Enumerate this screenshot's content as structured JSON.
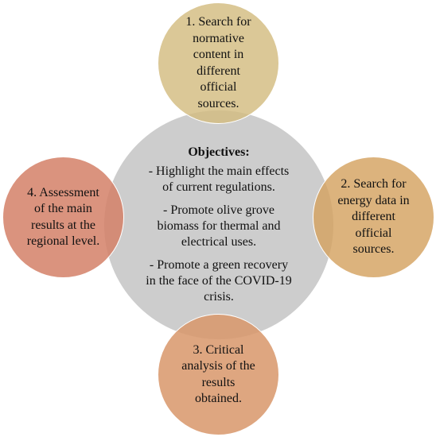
{
  "center": {
    "title": "Objectives:",
    "items": [
      "- Highlight the main effects\nof current regulations.",
      "- Promote olive grove\nbiomass for thermal and\nelectrical uses.",
      "- Promote a green recovery\nin the face of the COVID-19\ncrisis."
    ]
  },
  "steps": [
    "1. Search for\nnormative\ncontent in\ndifferent\nofficial\nsources.",
    "2. Search for\nenergy data in\ndifferent\nofficial\nsources.",
    "3. Critical\nanalysis of the\nresults\nobtained.",
    "4. Assessment\nof the main\nresults at the\nregional level."
  ],
  "colors": {
    "center": "#c4c4c4",
    "step1": "#d3bc80",
    "step2": "#d4a260",
    "step3": "#d8976a",
    "step4": "#d38067"
  }
}
